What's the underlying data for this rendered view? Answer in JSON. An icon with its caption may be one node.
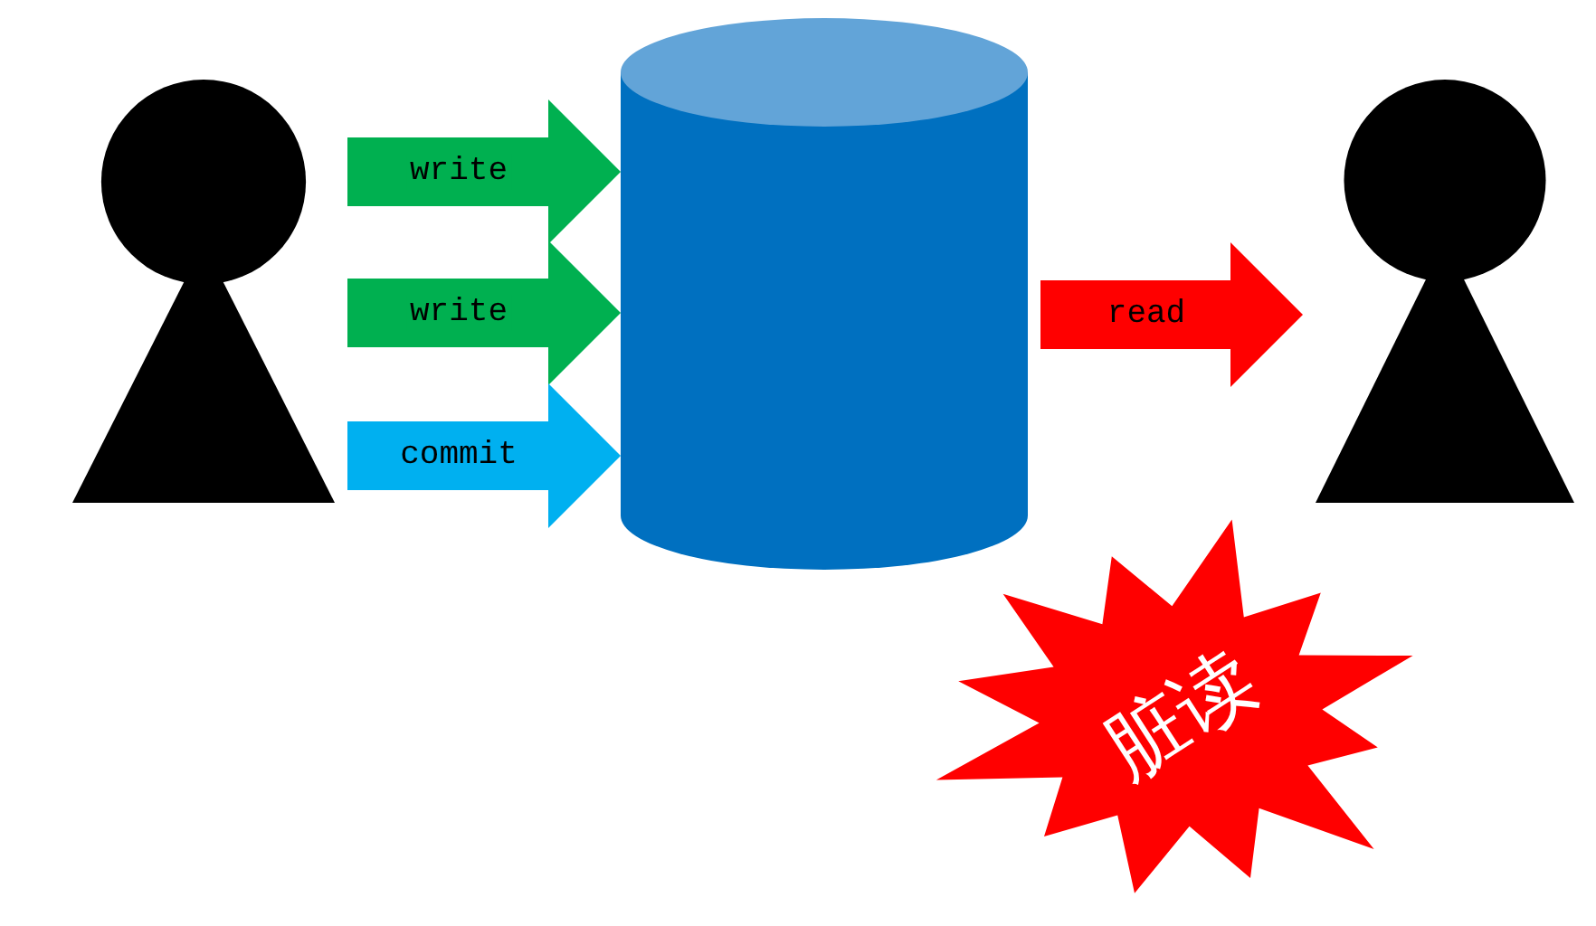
{
  "diagram": {
    "nodes": [
      {
        "text": [],
        "shape": "person"
      },
      {
        "text": [],
        "shape": "cylinder"
      },
      {
        "text": [],
        "shape": "person"
      },
      {
        "text": [
          "脏读"
        ]
      }
    ],
    "edges": [
      {
        "from": 0,
        "to": 1,
        "arrow": "to",
        "label": "write"
      },
      {
        "from": 0,
        "to": 1,
        "arrow": "to",
        "label": "write"
      },
      {
        "from": 0,
        "to": 1,
        "arrow": "to",
        "label": "commit",
        "color": "#00b0f0"
      },
      {
        "from": 1,
        "to": 2,
        "arrow": "to",
        "label": "read",
        "color": "#ff0000"
      }
    ]
  }
}
